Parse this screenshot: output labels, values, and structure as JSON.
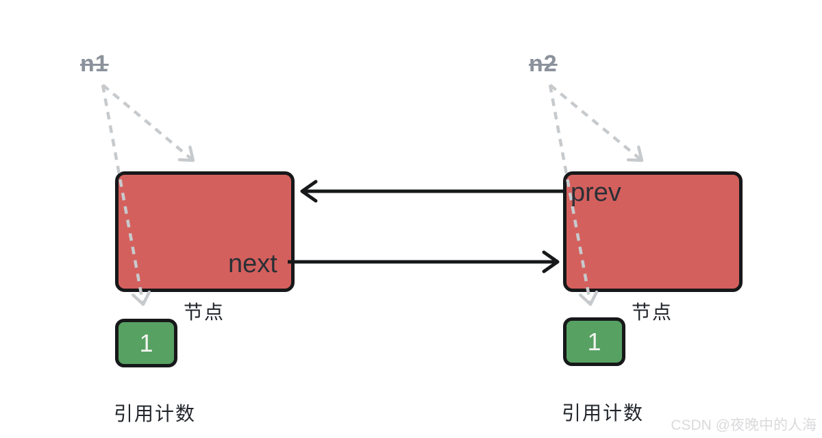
{
  "diagram_title_hint": "doubly linked list nodes with reference counts",
  "colors": {
    "node_fill": "#d4605d",
    "refcount_fill": "#57a163",
    "border": "#17181a",
    "dashed_arrow": "#c7cacd",
    "pointer_text": "#8b929b",
    "label_text": "#22262b",
    "watermark_text": "#d9dadc"
  },
  "left_group": {
    "pointer_label": "n1",
    "field_label": "next",
    "node_caption": "节点",
    "ref_count_value": "1",
    "ref_count_caption": "引用计数"
  },
  "right_group": {
    "pointer_label": "n2",
    "field_label": "prev",
    "node_caption": "节点",
    "ref_count_value": "1",
    "ref_count_caption": "引用计数"
  },
  "watermark": "CSDN @夜晚中的人海"
}
